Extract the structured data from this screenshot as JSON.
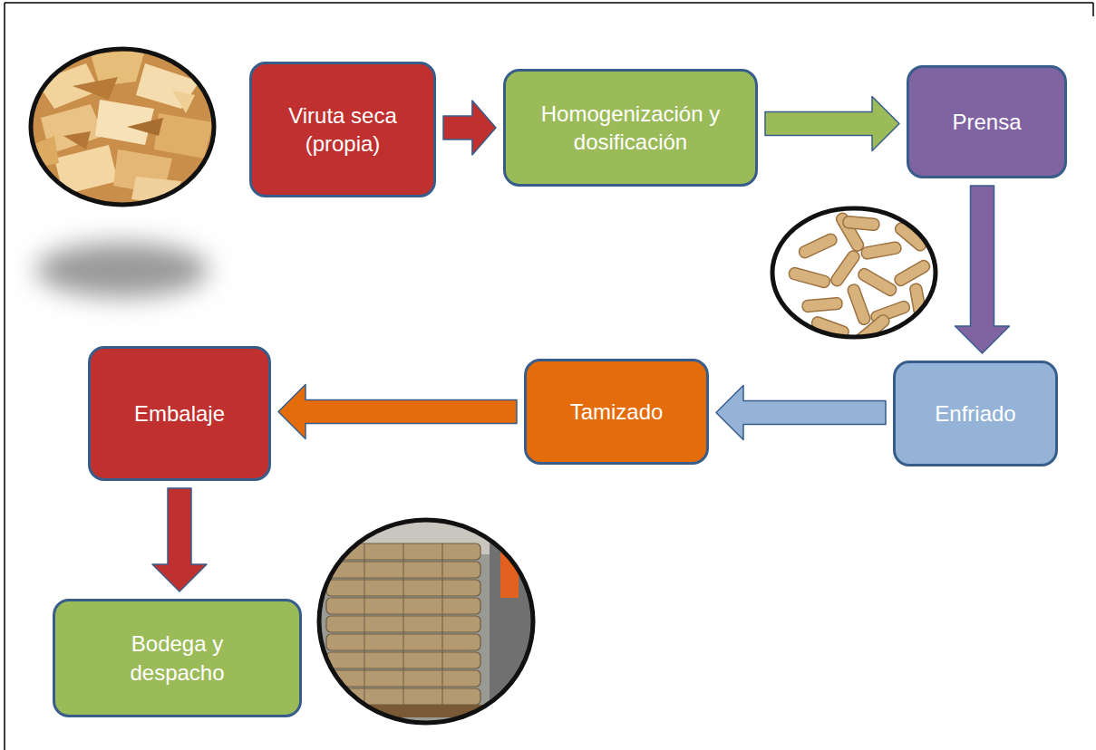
{
  "diagram": {
    "nodes": [
      {
        "text": [
          "Viruta seca (propia)"
        ]
      },
      {
        "text": [
          "Homogenización y dosificación"
        ]
      },
      {
        "text": [
          "Prensa"
        ]
      },
      {
        "text": [
          "Enfriado"
        ]
      },
      {
        "text": [
          "Tamizado"
        ]
      },
      {
        "text": [
          "Embalaje"
        ]
      },
      {
        "text": [
          "Bodega y despacho"
        ]
      }
    ],
    "edges": [
      {
        "from": 0,
        "to": 1,
        "arrow": "to"
      },
      {
        "from": 1,
        "to": 2,
        "arrow": "to"
      },
      {
        "from": 2,
        "to": 3,
        "arrow": "to"
      },
      {
        "from": 3,
        "to": 4,
        "arrow": "to"
      },
      {
        "from": 4,
        "to": 5,
        "arrow": "to"
      },
      {
        "from": 5,
        "to": 6,
        "arrow": "to"
      }
    ]
  }
}
